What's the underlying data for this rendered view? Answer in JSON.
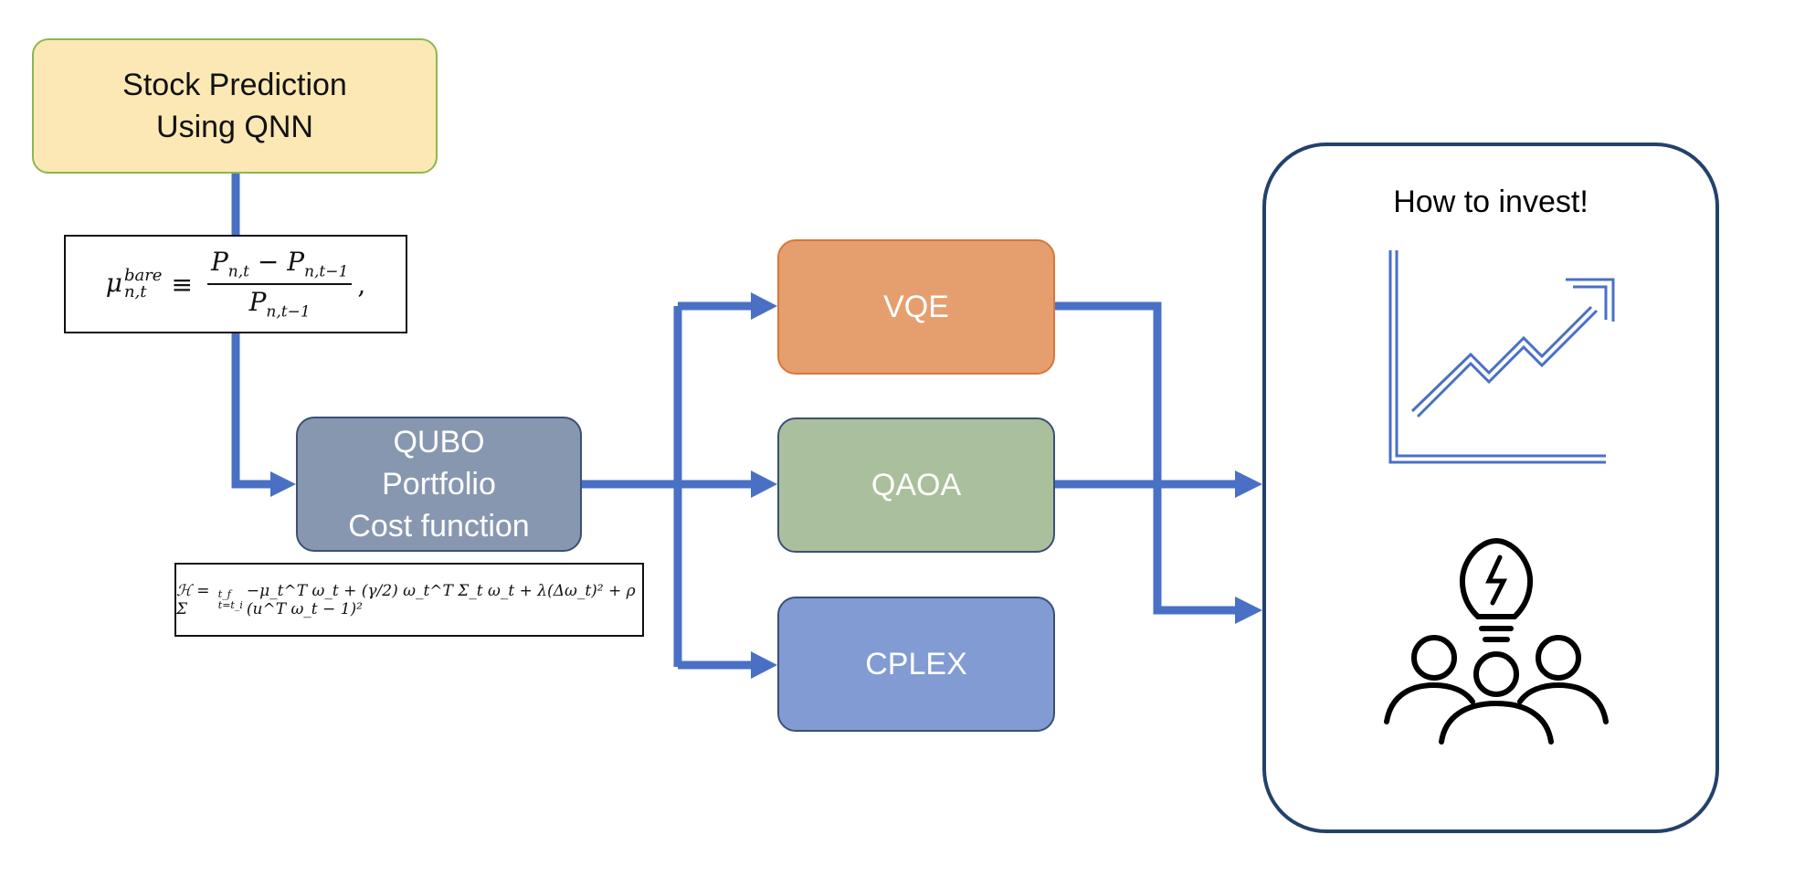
{
  "nodes": {
    "stock_line1": "Stock Prediction",
    "stock_line2": "Using QNN",
    "qubo_line1": "QUBO",
    "qubo_line2": "Portfolio",
    "qubo_line3": "Cost function",
    "vqe": "VQE",
    "qaoa": "QAOA",
    "cplex": "CPLEX",
    "invest_title": "How to invest!"
  },
  "formulas": {
    "mu_lhs": "μ",
    "mu_sup": "bare",
    "mu_sub": "n,t",
    "mu_equiv": "≡",
    "mu_num": "P",
    "mu_num_sub1": "n,t",
    "mu_minus": " − P",
    "mu_num_sub2": "n,t−1",
    "mu_den": "P",
    "mu_den_sub": "n,t−1",
    "mu_comma": ",",
    "h_text": "ℋ = Σ",
    "h_sum_top": "t_f",
    "h_sum_bottom": "t=t_i",
    "h_body": "−μ_t^T ω_t + (γ/2) ω_t^T Σ_t ω_t + λ(Δω_t)² + ρ (u^T ω_t − 1)²"
  },
  "colors": {
    "arrow": "#4a70c5",
    "chart_icon": "#4a70c5",
    "people_icon": "#000000"
  },
  "icons": {
    "chart": "trend-chart-icon",
    "people": "team-idea-icon"
  }
}
